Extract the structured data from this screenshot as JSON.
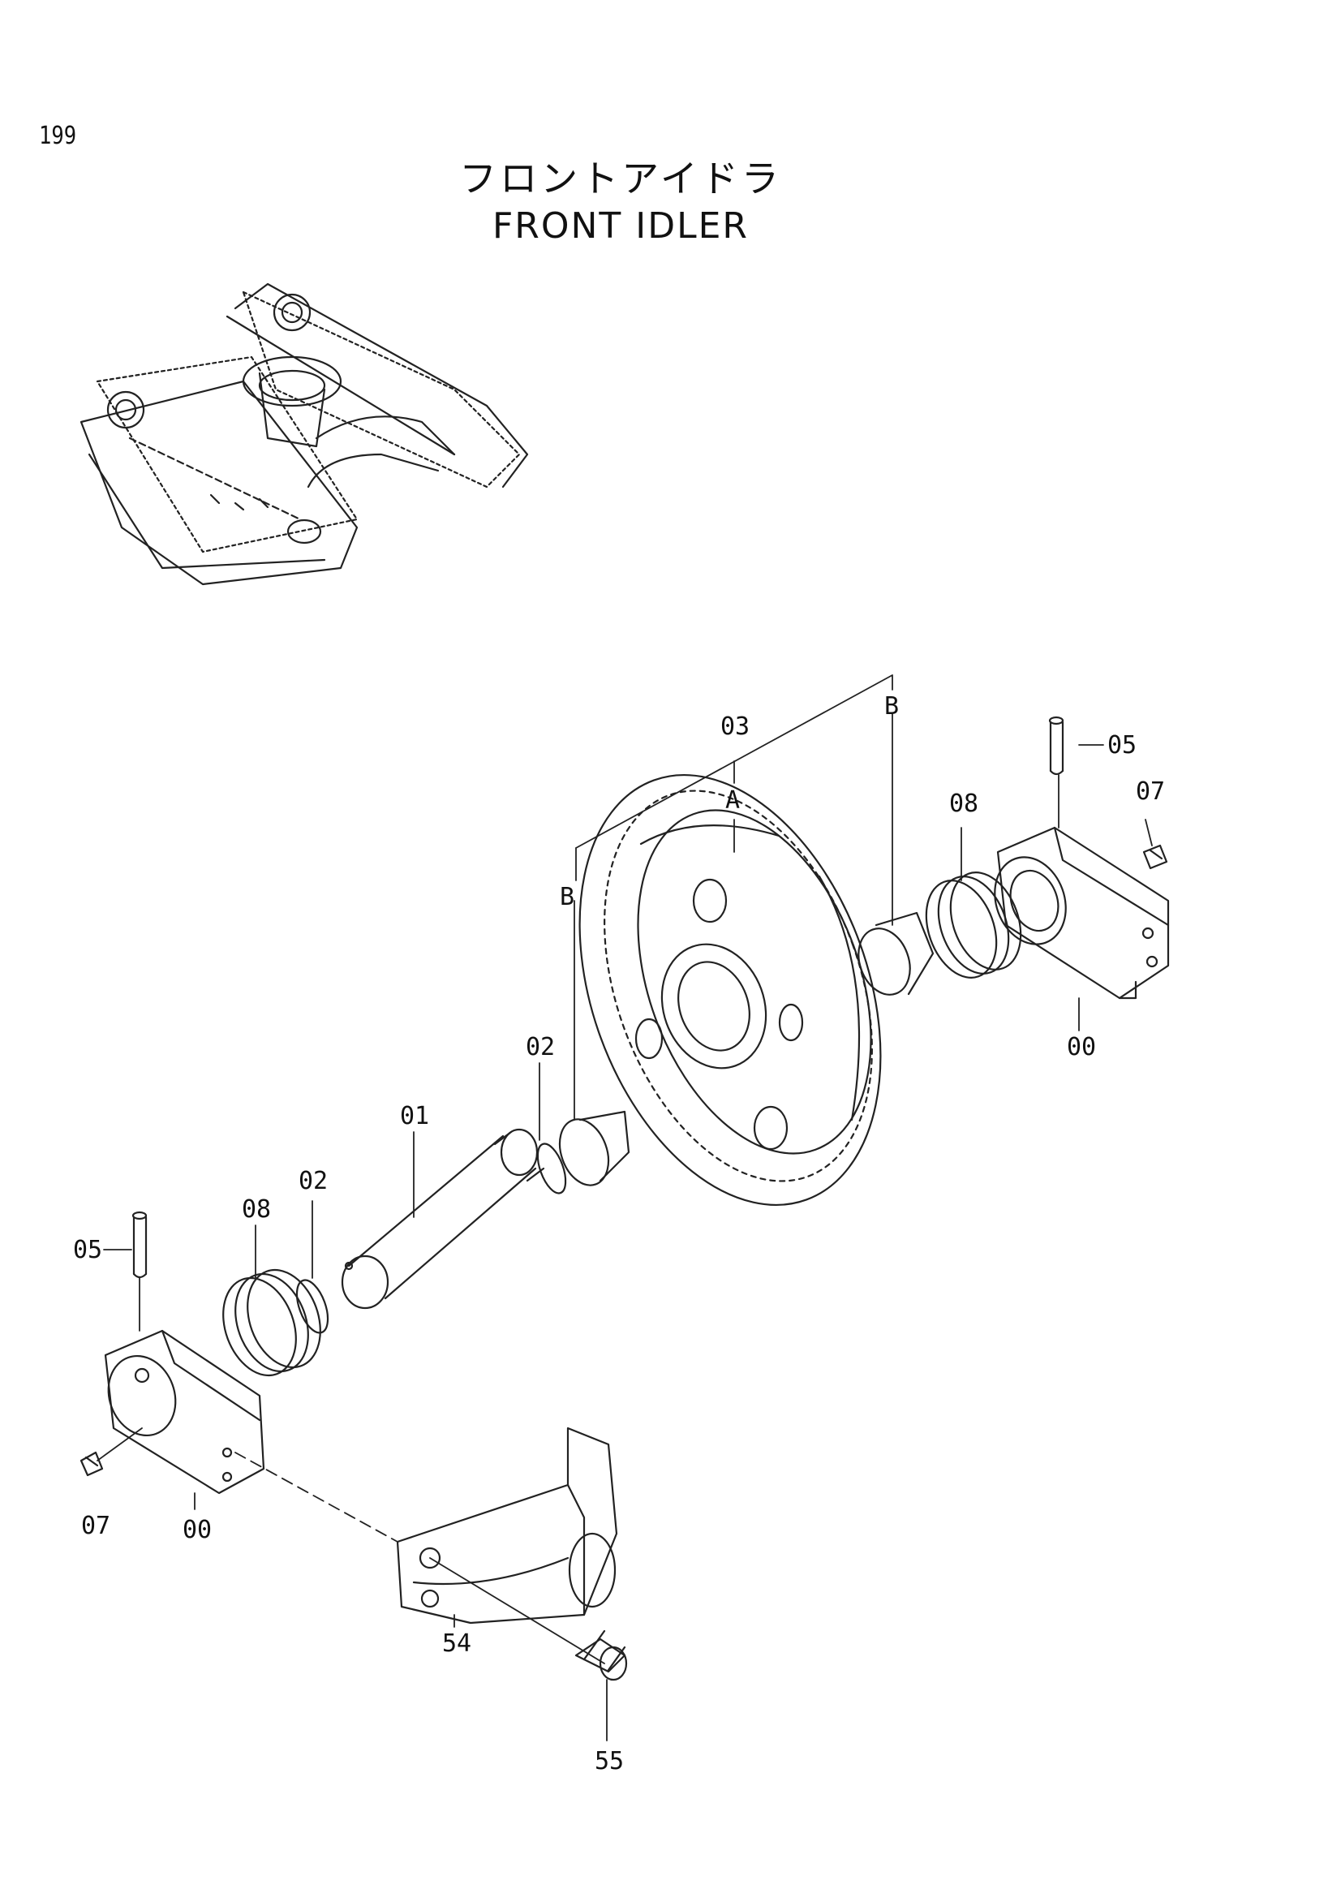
{
  "page_number": "199",
  "title": {
    "jp": "フロントアイドラ",
    "en": "FRONT  IDLER"
  },
  "callouts": {
    "c03": "03",
    "cA": "A",
    "cB_top": "B",
    "cB_left": "B",
    "c05_right": "05",
    "c07_right": "07",
    "c08_right": "08",
    "c00_right": "00",
    "c02_upper": "02",
    "c01": "01",
    "c02_lower": "02",
    "c08_left": "08",
    "c05_left": "05",
    "c07_left": "07",
    "c00_left": "00",
    "c54": "54",
    "c55": "55"
  }
}
